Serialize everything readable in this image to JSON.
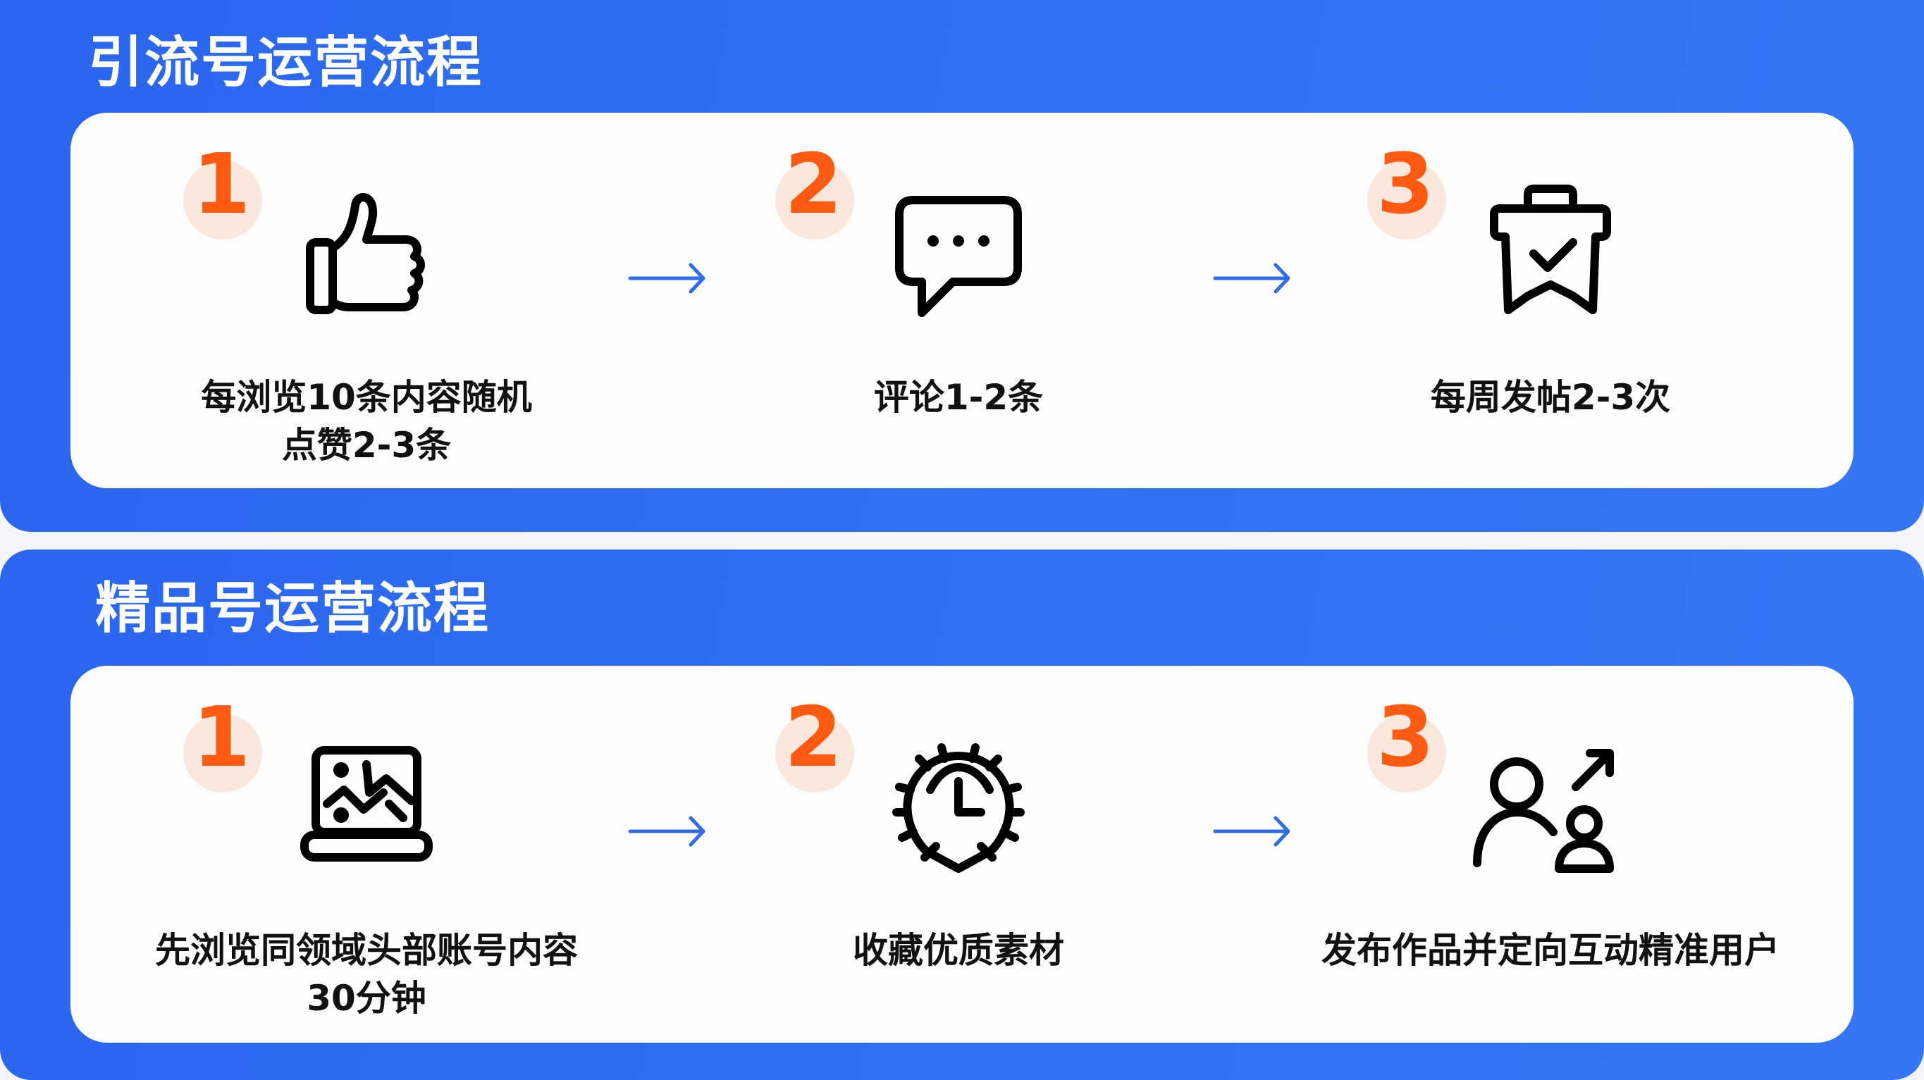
{
  "colors": {
    "panel_blue": "#2f6ff0",
    "card_bg": "#fdfdfd",
    "number_orange": "#ff5a12",
    "badge_peach": "#fbe8dc",
    "arrow_blue": "#2f6ce8",
    "text": "#111111"
  },
  "sections": [
    {
      "title": "引流号运营流程",
      "steps": [
        {
          "number": "1",
          "icon": "thumbs-up-icon",
          "label": "每浏览10条内容随机\n点赞2-3条"
        },
        {
          "number": "2",
          "icon": "chat-bubble-icon",
          "label": "评论1-2条"
        },
        {
          "number": "3",
          "icon": "bag-check-icon",
          "label": "每周发帖2-3次"
        }
      ],
      "arrows": [
        "arrow-right-icon",
        "arrow-right-icon"
      ]
    },
    {
      "title": "精品号运营流程",
      "steps": [
        {
          "number": "1",
          "icon": "laptop-chart-icon",
          "label": "先浏览同领域头部账号内容\n30分钟"
        },
        {
          "number": "2",
          "icon": "clock-gear-icon",
          "label": "收藏优质素材"
        },
        {
          "number": "3",
          "icon": "users-growth-icon",
          "label": "发布作品并定向互动精准用户"
        }
      ],
      "arrows": [
        "arrow-right-icon",
        "arrow-right-icon"
      ]
    }
  ]
}
